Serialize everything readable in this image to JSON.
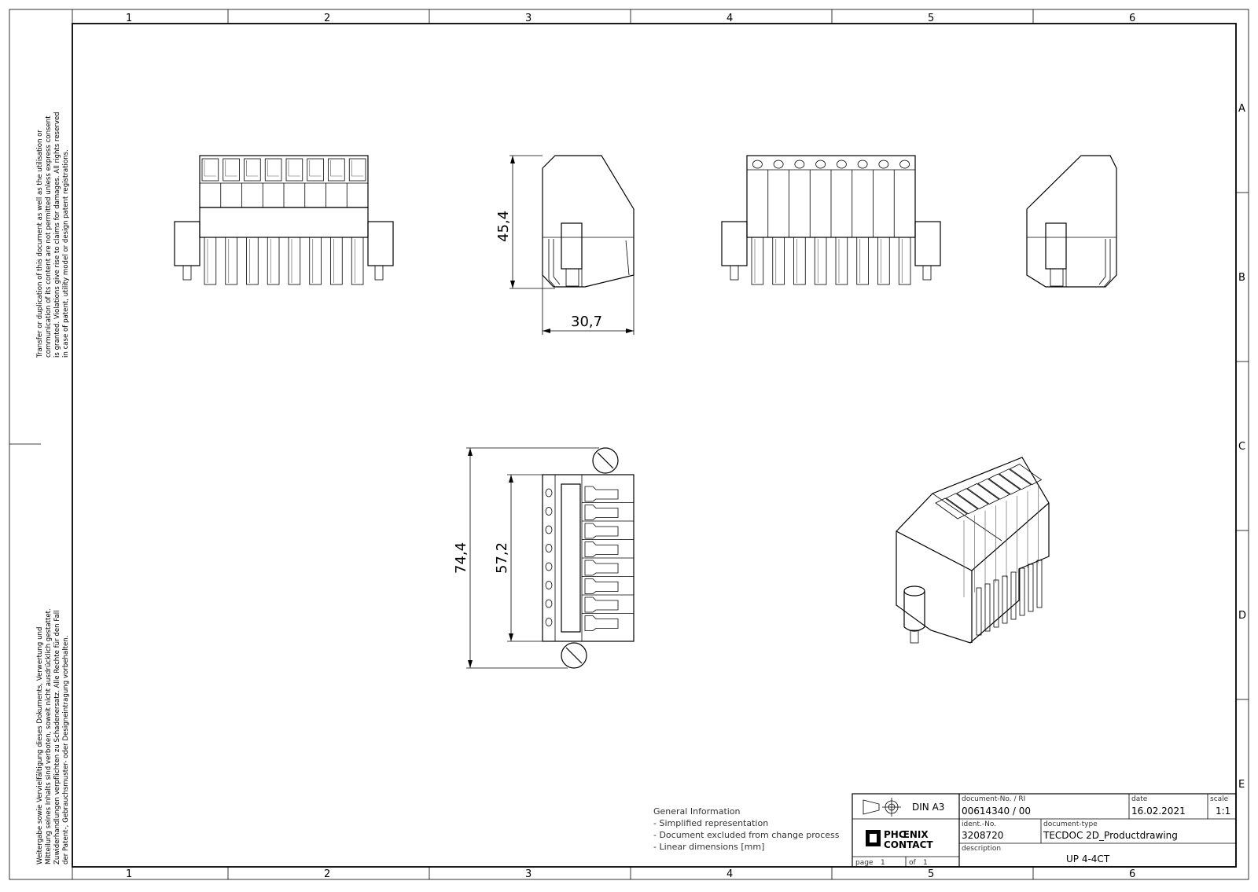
{
  "sheet": {
    "columns": [
      "1",
      "2",
      "3",
      "4",
      "5",
      "6"
    ],
    "rows": [
      "A",
      "B",
      "C",
      "D",
      "E"
    ]
  },
  "legal_notice": {
    "en": [
      "Transfer or duplication of this document as well as the utilisation or",
      "communication of its content are not permitted unless express consent",
      "is granted. Violations give rise to claims for damages. All rights reserved",
      "in case of patent, utility model or design patent registrations."
    ],
    "de": [
      "Weitergabe sowie Vervielfältigung dieses Dokuments, Verwertung und",
      "Mitteilung seines Inhalts sind verboten, soweit nicht ausdrücklich gestattet.",
      "Zuwiderhandlungen verpflichten zu Schadenersatz. Alle Rechte für den Fall",
      "der Patent-, Gebrauchsmuster- oder Designeintragung vorbehalten."
    ]
  },
  "dimensions": {
    "height": "45,4",
    "depth": "30,7",
    "overall_length": "74,4",
    "pitch_length": "57,2"
  },
  "general_info": {
    "title": "General Information",
    "items": [
      "- Simplified representation",
      "- Document excluded from change process",
      "- Linear dimensions [mm]"
    ]
  },
  "title_block": {
    "format": "DIN A3",
    "document_no_label": "document-No. / RI",
    "document_no": "00614340  / 00",
    "date_label": "date",
    "date": "16.02.2021",
    "scale_label": "scale",
    "scale": "1:1",
    "ident_label": "ident.-No.",
    "ident": "3208720",
    "doctype_label": "document-type",
    "doctype": "TECDOC 2D_Productdrawing",
    "description_label": "description",
    "description": "UP 4-4CT",
    "page_label": "page",
    "page": "1",
    "of_label": "of",
    "of": "1",
    "logo_line1": "PHŒNIX",
    "logo_line2": "CONTACT"
  }
}
